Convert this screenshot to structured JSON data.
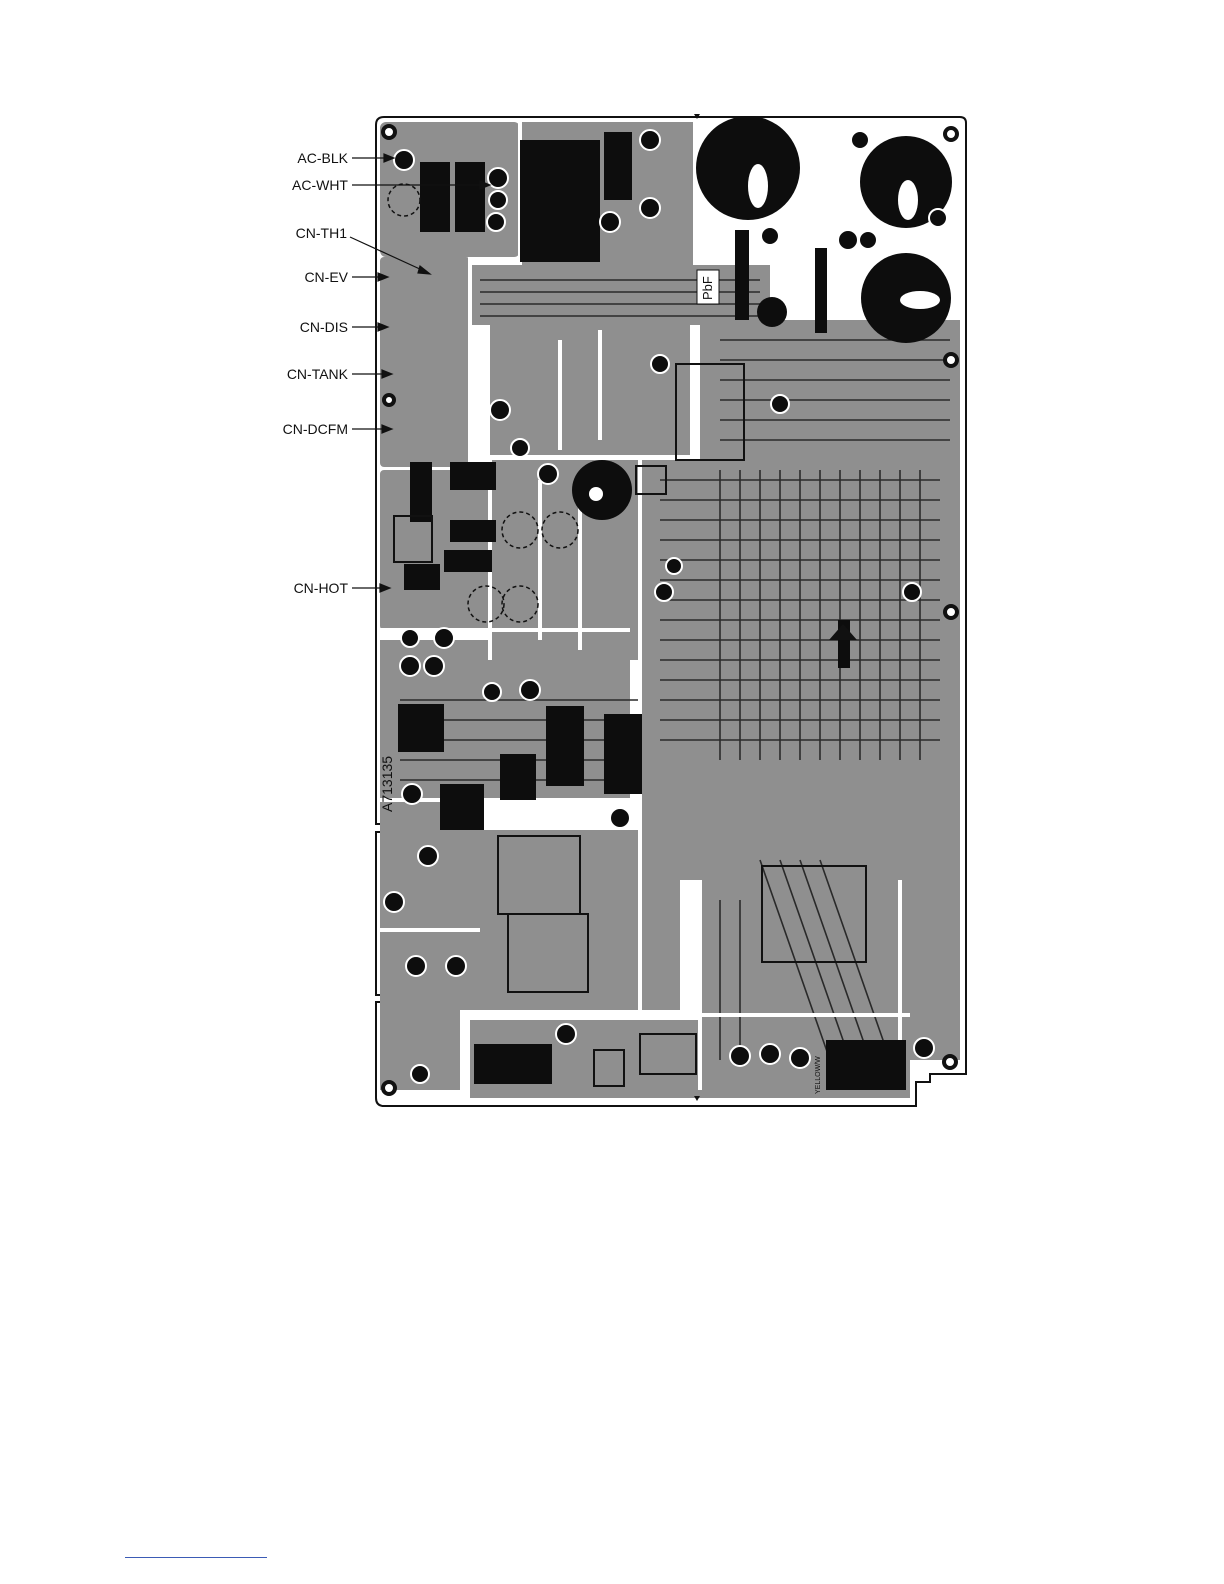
{
  "connector_labels": {
    "ac_blk": "AC-BLK",
    "ac_wht": "AC-WHT",
    "cn_th1": "CN-TH1",
    "cn_ev": "CN-EV",
    "cn_dis": "CN-DIS",
    "cn_tank": "CN-TANK",
    "cn_dcfm": "CN-DCFM",
    "cn_hot": "CN-HOT"
  },
  "board": {
    "part_number": "A713135",
    "lead_free_mark": "PbF",
    "yellow_label": "YELLOW/W"
  },
  "colors": {
    "board": "#ffffff",
    "copper": "#8f8f8f",
    "ink": "#111111",
    "link": "#3b5bb5"
  }
}
